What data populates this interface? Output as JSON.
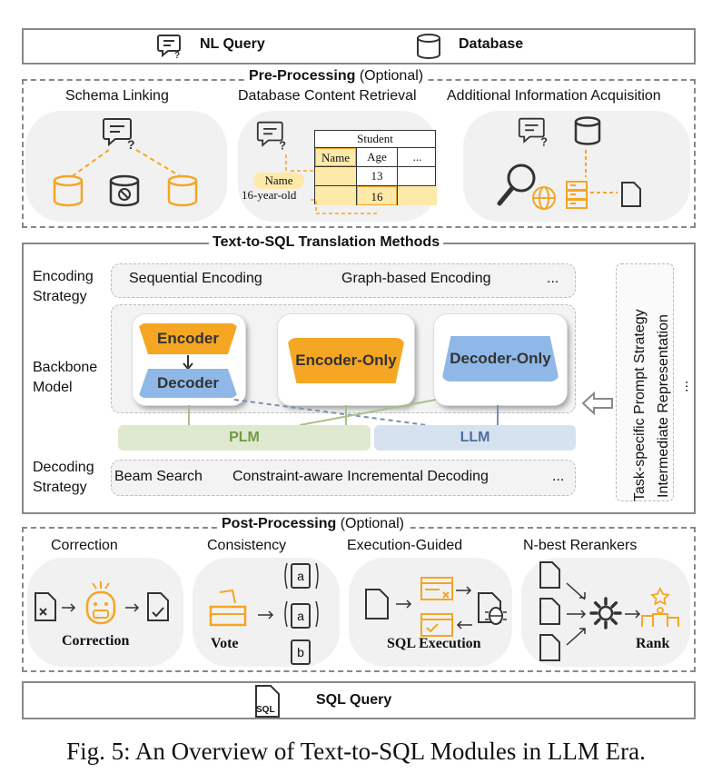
{
  "input": {
    "nl_query": "NL Query",
    "database": "Database"
  },
  "preprocessing": {
    "title": "Pre-Processing",
    "optional": "(Optional)",
    "schema_linking": "Schema Linking",
    "db_content_retrieval": "Database Content Retrieval",
    "additional_info": "Additional Information Acquisition",
    "table": {
      "title": "Student",
      "headers": [
        "Name",
        "Age",
        "..."
      ],
      "rows": [
        [
          "",
          "13",
          ""
        ],
        [
          "",
          "16",
          ""
        ]
      ]
    },
    "name_tag": "Name",
    "age_tag": "16-year-old"
  },
  "translation": {
    "title": "Text-to-SQL Translation Methods",
    "encoding_label": "Encoding\nStrategy",
    "encoding_items": [
      "Sequential Encoding",
      "Graph-based Encoding",
      "..."
    ],
    "backbone_label": "Backbone\nModel",
    "encoder": "Encoder",
    "decoder": "Decoder",
    "encoder_only": "Encoder-Only",
    "decoder_only": "Decoder-Only",
    "plm": "PLM",
    "llm": "LLM",
    "decoding_label": "Decoding\nStrategy",
    "decoding_items": [
      "Beam Search",
      "Constraint-aware Incremental Decoding",
      "..."
    ],
    "side_items": [
      "Task-specific Prompt Strategy",
      "Intermediate Representation",
      "..."
    ]
  },
  "postprocessing": {
    "title": "Post-Processing",
    "optional": "(Optional)",
    "correction": "Correction",
    "consistency": "Consistency",
    "execution_guided": "Execution-Guided",
    "nbest": "N-best Rerankers",
    "correction_caption": "Correction",
    "vote_caption": "Vote",
    "sql_exec_caption": "SQL Execution",
    "rank_caption": "Rank",
    "vote_letters": [
      "a",
      "a",
      "b"
    ]
  },
  "output": {
    "sql_query": "SQL Query",
    "sql_icon_text": "SQL"
  },
  "caption": "Fig. 5: An Overview of Text-to-SQL Modules in LLM Era.",
  "colors": {
    "orange": "#f5a623",
    "blue": "#8fb8e8",
    "green": "#c5d9a8",
    "gray": "#555555",
    "light_yellow": "#fde9a8"
  }
}
